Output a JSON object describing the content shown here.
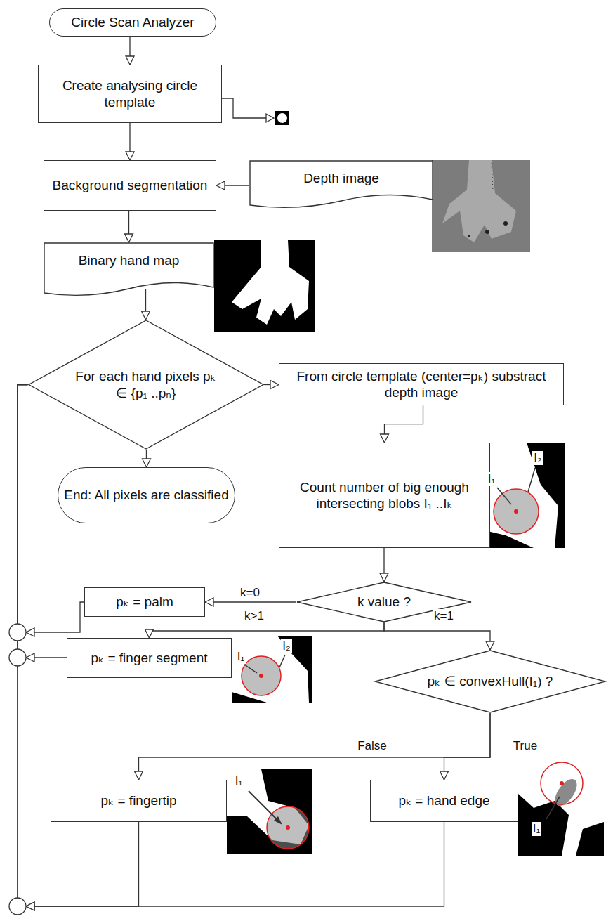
{
  "diagram": {
    "nodes": [
      {
        "text": [
          "Circle Scan Analyzer"
        ]
      },
      {
        "text": [
          "Create analysing circle template"
        ]
      },
      {
        "text": [
          "Background segmentation"
        ]
      },
      {
        "text": [
          "Depth image"
        ]
      },
      {
        "text": [
          "Binary hand map"
        ]
      },
      {
        "text": [
          "For each hand pixels pₖ ∈ {p₁ ..pₙ}"
        ]
      },
      {
        "text": [
          "From circle template (center=pₖ) substract depth image"
        ]
      },
      {
        "text": [
          "End: All pixels are classified"
        ]
      },
      {
        "text": [
          "Count number of big enough intersecting blobs I₁ ..Iₖ"
        ]
      },
      {
        "text": [
          "k value ?"
        ]
      },
      {
        "text": [
          "pₖ = palm"
        ]
      },
      {
        "text": [
          "pₖ = finger segment"
        ]
      },
      {
        "text": [
          "pₖ ∈ convexHull(I₁) ?"
        ]
      },
      {
        "text": [
          "pₖ = fingertip"
        ]
      },
      {
        "text": [
          "pₖ = hand edge"
        ]
      }
    ],
    "edges": [
      {
        "from": 0,
        "to": 1,
        "arrow": "to"
      },
      {
        "from": 1,
        "to": 2,
        "arrow": "to"
      },
      {
        "from": 3,
        "to": 2,
        "arrow": "to"
      },
      {
        "from": 2,
        "to": 4,
        "arrow": "to"
      },
      {
        "from": 4,
        "to": 5,
        "arrow": "to"
      },
      {
        "from": 5,
        "to": 6,
        "arrow": "to"
      },
      {
        "from": 5,
        "to": 7,
        "arrow": "to"
      },
      {
        "from": 6,
        "to": 8,
        "arrow": "to"
      },
      {
        "from": 8,
        "to": 9,
        "arrow": "to"
      },
      {
        "from": 9,
        "to": 10,
        "label": "k=0",
        "arrow": "to"
      },
      {
        "from": 9,
        "to": 11,
        "label": "k>1",
        "arrow": "to"
      },
      {
        "from": 9,
        "to": 12,
        "label": "k=1",
        "arrow": "to"
      },
      {
        "from": 12,
        "to": 13,
        "label": "False",
        "arrow": "to"
      },
      {
        "from": 12,
        "to": 14,
        "label": "True",
        "arrow": "to"
      },
      {
        "from": 10,
        "to": 5,
        "arrow": "to"
      },
      {
        "from": 11,
        "to": 5,
        "arrow": "to"
      },
      {
        "from": 13,
        "to": 5,
        "arrow": "to"
      },
      {
        "from": 14,
        "to": 5,
        "arrow": "to"
      }
    ],
    "labels": [
      "I₁",
      "I₂",
      "I₁",
      "I₂",
      "I₁",
      "I₁"
    ]
  }
}
